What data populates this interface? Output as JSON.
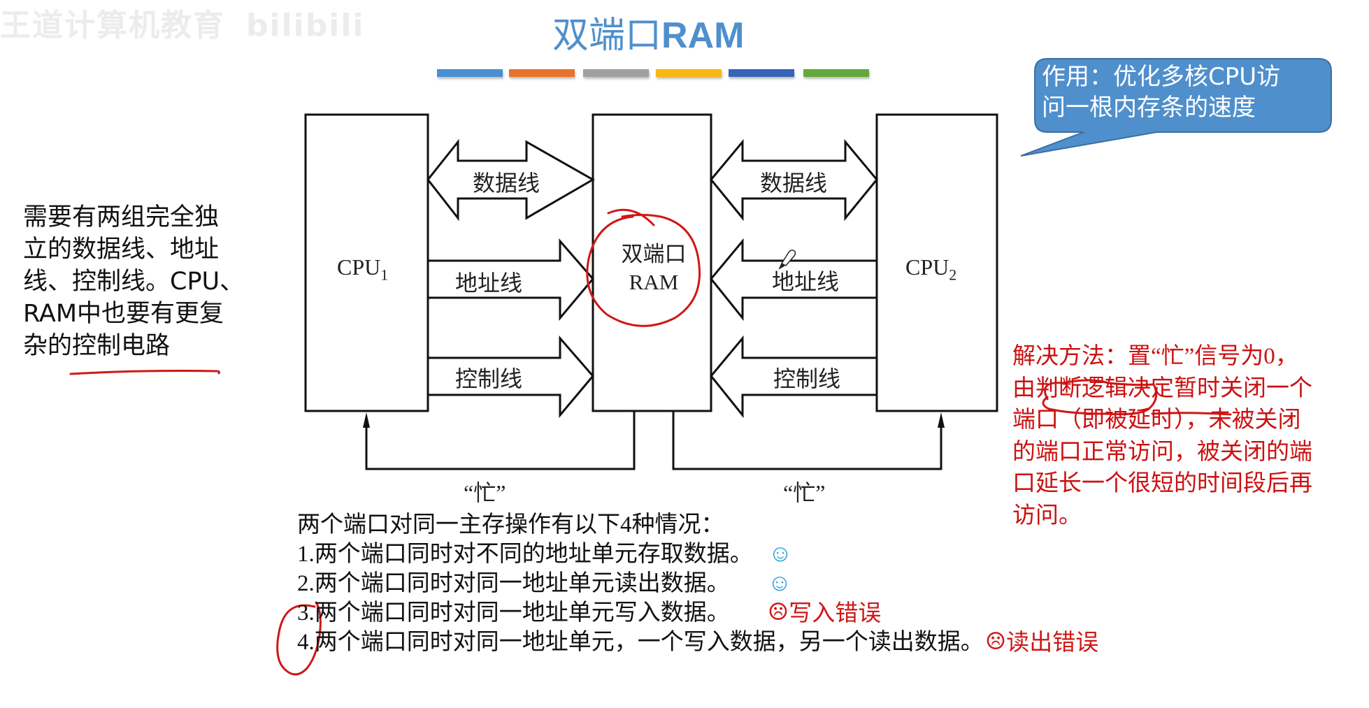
{
  "watermark": {
    "channel": "王道计算机教育",
    "logo": "bilibili"
  },
  "slide": {
    "title_cn": "双端口",
    "title_en": "RAM",
    "color_bars": [
      "#4a8fd1",
      "#e8732b",
      "#a0a0a0",
      "#fbb710",
      "#3763b8",
      "#63a83c"
    ]
  },
  "callout": {
    "text_line1": "作用：优化多核CPU访",
    "text_line2": "问一根内存条的速度",
    "color": "#4f8fcc"
  },
  "left_note": {
    "lines": [
      "需要有两组完全独",
      "立的数据线、地址",
      "线、控制线。CPU、",
      "RAM中也要有更复",
      "杂的控制电路"
    ]
  },
  "diagram": {
    "cpu1_label": "CPU",
    "cpu1_sub": "1",
    "cpu2_label": "CPU",
    "cpu2_sub": "2",
    "ram_label_line1": "双端口",
    "ram_label_line2": "RAM",
    "data_bus": "数据线",
    "address_bus": "地址线",
    "control_bus": "控制线",
    "busy_signal": "“忙”"
  },
  "cases": {
    "intro": "两个端口对同一主存操作有以下4种情况：",
    "items": [
      {
        "num": "1.",
        "text": "两个端口同时对不同的地址单元存取数据。",
        "status": "ok",
        "icon": "smile-icon",
        "note": ""
      },
      {
        "num": "2.",
        "text": "两个端口同时对同一地址单元读出数据。",
        "status": "ok",
        "icon": "smile-icon",
        "note": ""
      },
      {
        "num": "3.",
        "text": "两个端口同时对同一地址单元写入数据。",
        "status": "error",
        "icon": "frown-icon",
        "note": "写入错误"
      },
      {
        "num": "4.",
        "text": "两个端口同时对同一地址单元，一个写入数据，另一个读出数据。",
        "status": "error",
        "icon": "frown-icon",
        "note": "读出错误"
      }
    ],
    "smile_glyph": "☺",
    "frown_glyph": "☹"
  },
  "solution": {
    "lines": [
      "解决方法：置“忙”信号为0，",
      "由判断逻辑决定暂时关闭一个",
      "端口（即被延时），未被关闭",
      "的端口正常访问，被关闭的端",
      "口延长一个很短的时间段后再",
      "访问。"
    ],
    "color": "#cc1111"
  }
}
